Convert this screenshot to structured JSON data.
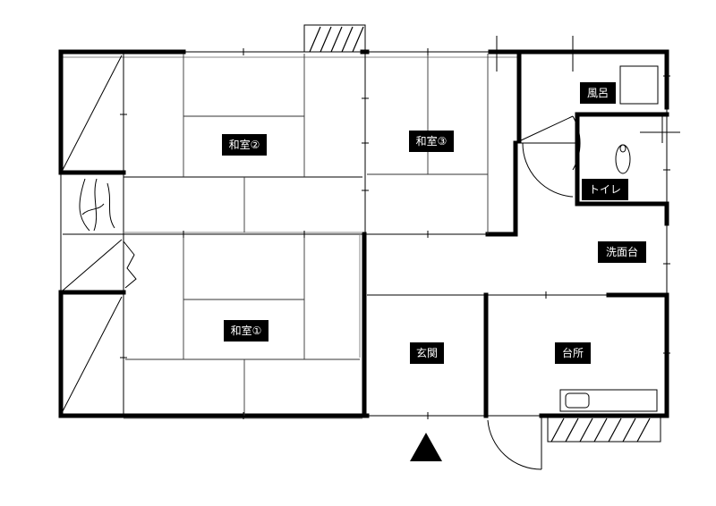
{
  "rooms": {
    "washitsu1": "和室①",
    "washitsu2": "和室②",
    "washitsu3": "和室③",
    "genkan": "玄関",
    "daidokoro": "台所",
    "senmendai": "洗面台",
    "toilet": "トイレ",
    "furo": "風呂"
  },
  "entrance_marker": "entrance-arrow-icon"
}
